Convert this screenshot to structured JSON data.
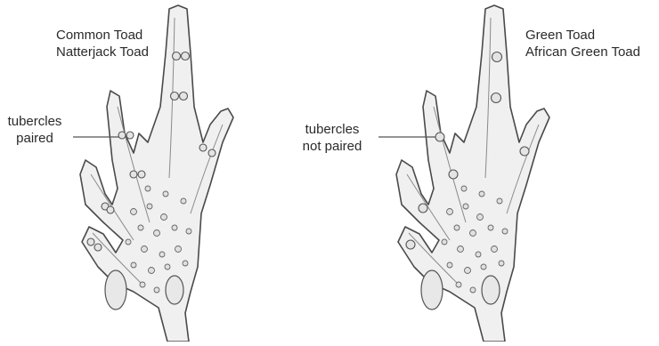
{
  "figure": {
    "left_panel": {
      "species": [
        "Common Toad",
        "Natterjack Toad"
      ],
      "callout": [
        "tubercles",
        "paired"
      ]
    },
    "right_panel": {
      "species": [
        "Green Toad",
        "African Green Toad"
      ],
      "callout": [
        "tubercles",
        "not paired"
      ]
    }
  }
}
